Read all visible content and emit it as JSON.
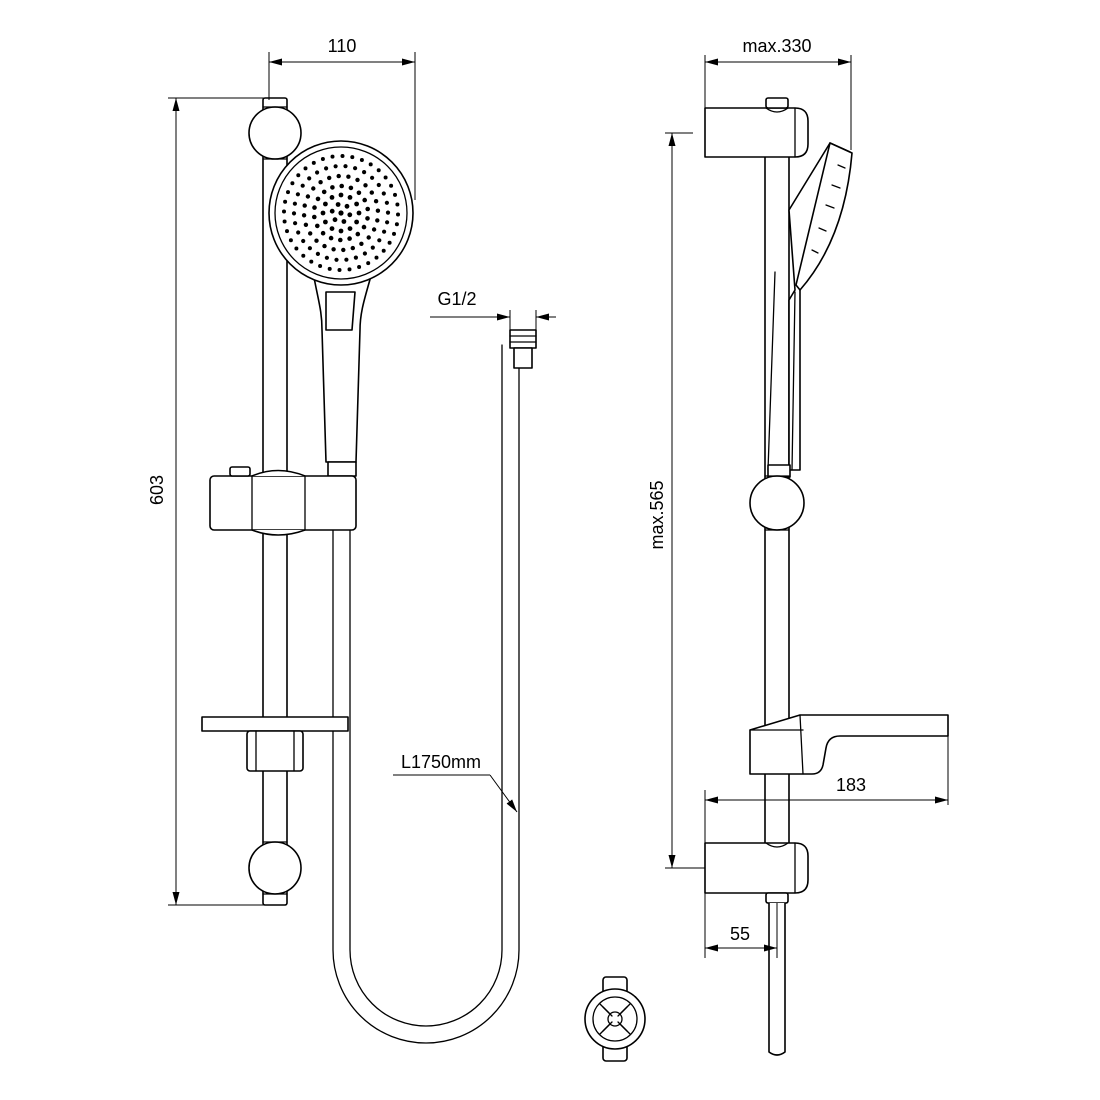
{
  "dimensions": {
    "width_110": "110",
    "height_603": "603",
    "thread": "G1/2",
    "hose_length": "L1750mm",
    "max_330": "max.330",
    "max_565": "max.565",
    "shelf_183": "183",
    "offset_55": "55"
  },
  "colors": {
    "line": "#000000",
    "background": "#ffffff"
  }
}
